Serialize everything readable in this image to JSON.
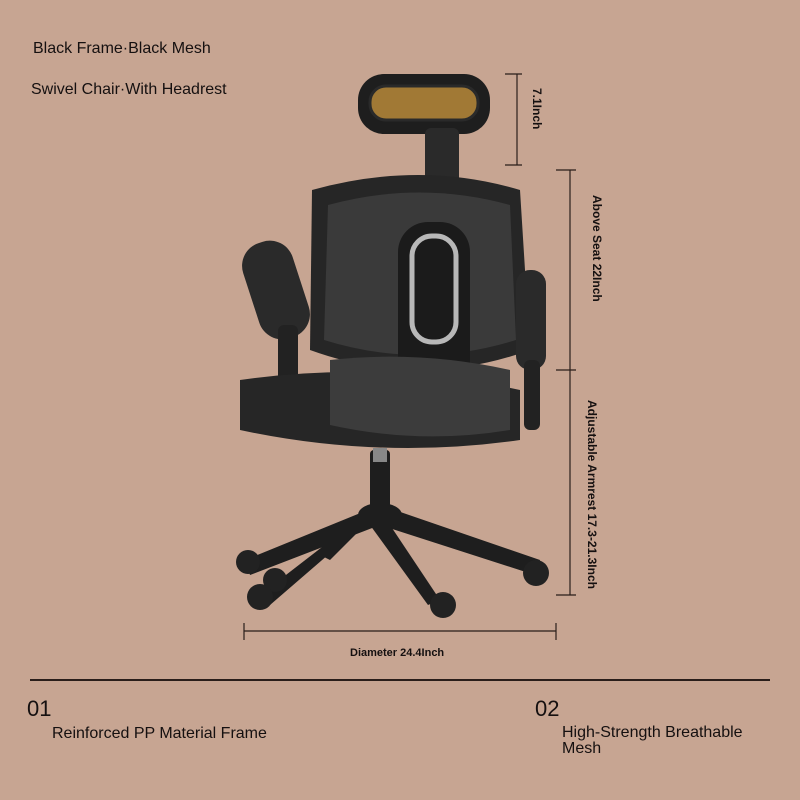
{
  "header": {
    "title": "Black Frame·Black Mesh",
    "subtitle": "Swivel Chair·With Headrest"
  },
  "dimensions": {
    "headrest": "7.1Inch",
    "above_seat": "Above Seat 22Inch",
    "armrest": "Adjustable Armrest 17.3-21.3Inch",
    "diameter": "Diameter 24.4Inch"
  },
  "features": [
    {
      "number": "01",
      "label": "Reinforced PP Material Frame"
    },
    {
      "number": "02",
      "label": "High-Strength Breathable Mesh"
    }
  ],
  "colors": {
    "background": "#c7a592",
    "frame": "#222222",
    "mesh": "#3a3a3a",
    "headrest_mesh": "#b8893a",
    "lumbar_glow": "#b8b8b8"
  }
}
